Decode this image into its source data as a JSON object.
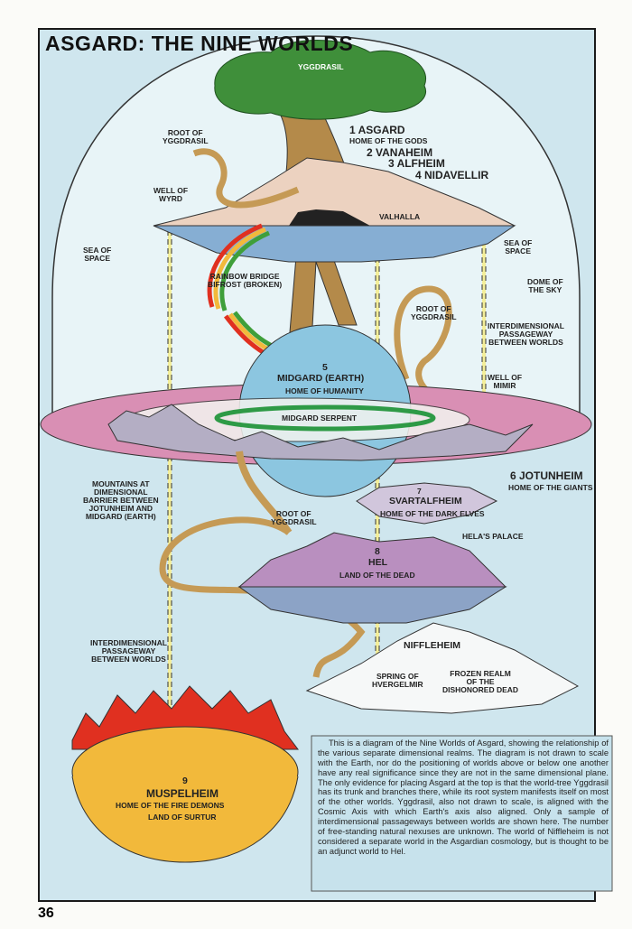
{
  "title": "ASGARD: THE NINE WORLDS",
  "page_number": "36",
  "labels": {
    "yggdrasil": "YGGDRASIL",
    "root1": "ROOT OF\nYGGDRASIL",
    "well_wyrd": "WELL OF\nWYRD",
    "asgard": "1 ASGARD",
    "asgard_sub": "HOME OF THE GODS",
    "vanaheim": "2 VANAHEIM",
    "alfheim": "3 ALFHEIM",
    "nidavellir": "4 NIDAVELLIR",
    "valhalla": "VALHALLA",
    "sea_left": "SEA OF\nSPACE",
    "sea_right": "SEA OF\nSPACE",
    "rainbow": "RAINBOW BRIDGE\nBIFROST (BROKEN)",
    "dome": "DOME OF\nTHE SKY",
    "root2": "ROOT OF\nYGGDRASIL",
    "passage1": "INTERDIMENSIONAL\nPASSAGEWAY\nBETWEEN WORLDS",
    "well_mimir": "WELL OF\nMIMIR",
    "midgard_num": "5",
    "midgard": "MIDGARD (EARTH)",
    "midgard_sub": "HOME OF HUMANITY",
    "serpent": "MIDGARD SERPENT",
    "jotunheim": "6 JOTUNHEIM",
    "jotunheim_sub": "HOME OF THE GIANTS",
    "mountains": "MOUNTAINS AT\nDIMENSIONAL\nBARRIER BETWEEN\nJOTUNHEIM AND\nMIDGARD (EARTH)",
    "root3": "ROOT OF\nYGGDRASIL",
    "svart_num": "7",
    "svartalfheim": "SVARTALFHEIM",
    "svart_sub": "HOME OF THE DARK ELVES",
    "helas_palace": "HELA'S PALACE",
    "hel_num": "8",
    "hel": "HEL",
    "hel_sub": "LAND OF THE DEAD",
    "passage2": "INTERDIMENSIONAL\nPASSAGEWAY\nBETWEEN WORLDS",
    "niffleheim": "NIFFLEHEIM",
    "spring": "SPRING OF\nHVERGELMIR",
    "frozen": "FROZEN REALM\nOF THE\nDISHONORED DEAD",
    "musp_num": "9",
    "muspelheim": "MUSPELHEIM",
    "musp_sub1": "HOME OF THE FIRE DEMONS",
    "musp_sub2": "LAND OF SURTUR"
  },
  "description": "This is a diagram of the Nine Worlds of Asgard, showing the relationship of the various separate dimensional realms. The diagram is not drawn to scale with the Earth, nor do the positioning of worlds above or below one another have any real significance since they are not in the same dimensional plane. The only evidence for placing Asgard at the top is that the world-tree Yggdrasil has its trunk and branches there, while its root system manifests itself on most of the other worlds. Yggdrasil, also not drawn to scale, is aligned with the Cosmic Axis with which Earth's axis also aligned. Only a sample of interdimensional passageways between worlds are shown here. The number of free-standing natural nexuses are unknown. The world of Niffleheim is not considered a separate world in the Asgardian cosmology, but is thought to be an adjunct world to Hel.",
  "colors": {
    "background": "#cfe6ee",
    "tree": "#3f8f3a",
    "trunk": "#b48a4a",
    "earth": "#8cc6e0",
    "jotunheim": "#d98fb4",
    "hel": "#b98fbf",
    "fire": "#e03020",
    "muspelheim": "#f2b93b"
  }
}
